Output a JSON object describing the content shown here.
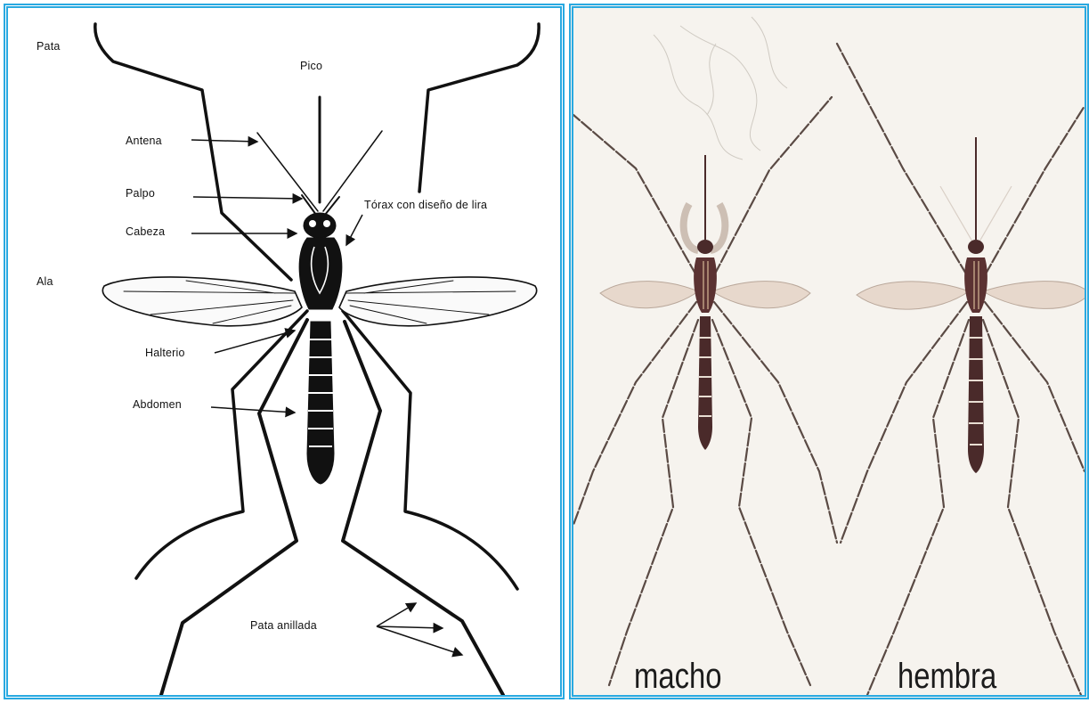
{
  "diagram": {
    "labels": {
      "pata": "Pata",
      "pico": "Pico",
      "antena": "Antena",
      "palpo": "Palpo",
      "torax": "Tórax con diseño de lira",
      "cabeza": "Cabeza",
      "ala": "Ala",
      "halterio": "Halterio",
      "abdomen": "Abdomen",
      "pata_anillada": "Pata anillada"
    }
  },
  "photo": {
    "captions": {
      "male": "macho",
      "female": "hembra"
    }
  },
  "colors": {
    "frame_border": "#29a9e1",
    "ink": "#111111",
    "photo_background": "#f6f3ee",
    "mosquito_body": "#4a2a2a"
  }
}
